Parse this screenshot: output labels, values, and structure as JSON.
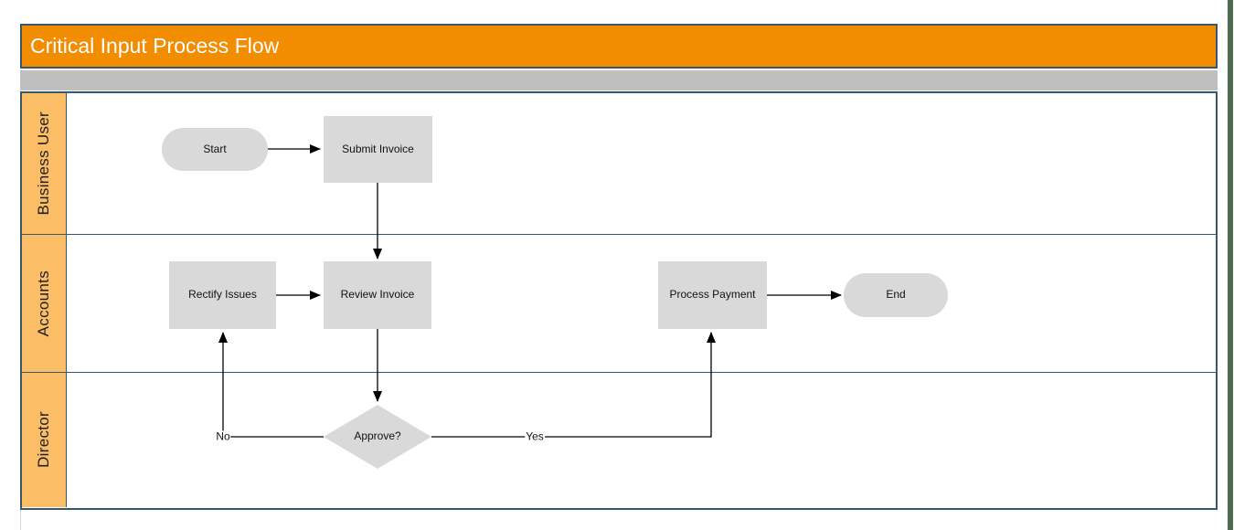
{
  "title": "Critical Input Process Flow",
  "lanes": [
    {
      "label": "Business User"
    },
    {
      "label": "Accounts"
    },
    {
      "label": "Director"
    }
  ],
  "nodes": [
    {
      "id": "start",
      "type": "terminator",
      "label": "Start",
      "lane": "Business User"
    },
    {
      "id": "submit-invoice",
      "type": "process",
      "label": "Submit Invoice",
      "lane": "Business User"
    },
    {
      "id": "rectify-issues",
      "type": "process",
      "label": "Rectify Issues",
      "lane": "Accounts"
    },
    {
      "id": "review-invoice",
      "type": "process",
      "label": "Review Invoice",
      "lane": "Accounts"
    },
    {
      "id": "process-payment",
      "type": "process",
      "label": "Process Payment",
      "lane": "Accounts"
    },
    {
      "id": "end",
      "type": "terminator",
      "label": "End",
      "lane": "Accounts"
    },
    {
      "id": "approve",
      "type": "decision",
      "label": "Approve?",
      "lane": "Director"
    }
  ],
  "edges": [
    {
      "from": "start",
      "to": "submit-invoice",
      "label": ""
    },
    {
      "from": "submit-invoice",
      "to": "review-invoice",
      "label": ""
    },
    {
      "from": "rectify-issues",
      "to": "review-invoice",
      "label": ""
    },
    {
      "from": "review-invoice",
      "to": "approve",
      "label": ""
    },
    {
      "from": "approve",
      "to": "rectify-issues",
      "label": "No"
    },
    {
      "from": "approve",
      "to": "process-payment",
      "label": "Yes"
    },
    {
      "from": "process-payment",
      "to": "end",
      "label": ""
    }
  ],
  "colors": {
    "title_bar": "#F28C00",
    "lane_header": "#FBBE66",
    "subheader_band": "#BFBFBF",
    "node_fill": "#D9D9D9",
    "frame_border": "#35586C",
    "connector": "#000000",
    "accent_strip": "#4E6B4F"
  }
}
